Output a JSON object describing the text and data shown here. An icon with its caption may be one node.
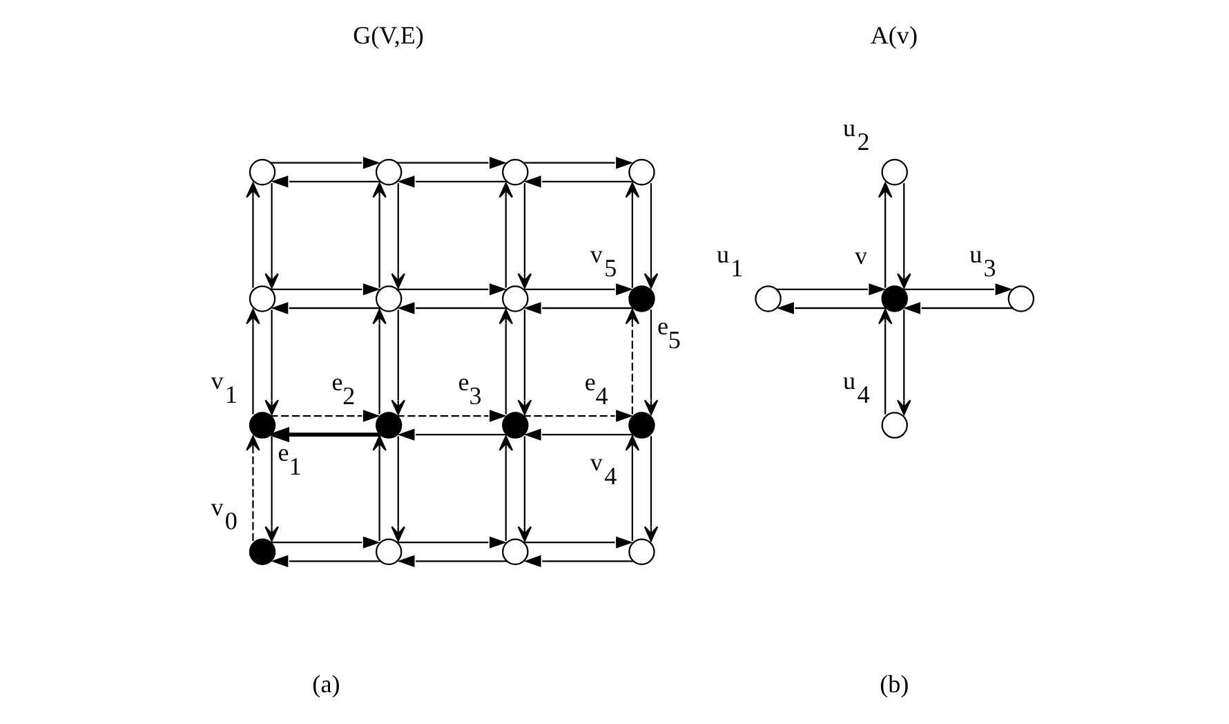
{
  "diagram": {
    "nodes": [
      {
        "text": [],
        "shape": "circle"
      },
      {
        "text": [],
        "shape": "circle"
      },
      {
        "text": [],
        "shape": "circle"
      },
      {
        "text": [],
        "shape": "circle"
      },
      {
        "text": [],
        "shape": "circle"
      },
      {
        "text": [],
        "shape": "circle"
      },
      {
        "text": [],
        "shape": "circle"
      },
      {
        "text": [],
        "shape": "circle",
        "beside": [
          "v$_{5}$"
        ]
      },
      {
        "text": [],
        "shape": "circle",
        "beside": [
          "v$_{1}$"
        ]
      },
      {
        "text": [],
        "shape": "circle"
      },
      {
        "text": [],
        "shape": "circle"
      },
      {
        "text": [],
        "shape": "circle",
        "beside": [
          "v$_{4}$"
        ]
      },
      {
        "text": [],
        "shape": "circle",
        "beside": [
          "v$_{0}$"
        ]
      },
      {
        "text": [],
        "shape": "circle"
      },
      {
        "text": [],
        "shape": "circle"
      },
      {
        "text": [],
        "shape": "circle"
      },
      {
        "text": [],
        "shape": "circle",
        "beside": [
          "u$_{2}$"
        ]
      },
      {
        "text": [],
        "shape": "circle",
        "beside": [
          "u$_{1}$"
        ]
      },
      {
        "text": [],
        "shape": "circle",
        "beside": [
          "v"
        ]
      },
      {
        "text": [],
        "shape": "circle",
        "beside": [
          "u$_{3}$"
        ]
      },
      {
        "text": [],
        "shape": "circle",
        "beside": [
          "u$_{4}$"
        ]
      }
    ],
    "edges": [
      {
        "from": 0,
        "to": 1,
        "arrow": "to"
      },
      {
        "from": 1,
        "to": 0,
        "arrow": "to"
      },
      {
        "from": 1,
        "to": 2,
        "arrow": "to"
      },
      {
        "from": 2,
        "to": 1,
        "arrow": "to"
      },
      {
        "from": 2,
        "to": 3,
        "arrow": "to"
      },
      {
        "from": 3,
        "to": 2,
        "arrow": "to"
      },
      {
        "from": 0,
        "to": 4,
        "arrow": "to"
      },
      {
        "from": 4,
        "to": 0,
        "arrow": "to"
      },
      {
        "from": 1,
        "to": 5,
        "arrow": "to"
      },
      {
        "from": 5,
        "to": 1,
        "arrow": "to"
      },
      {
        "from": 2,
        "to": 6,
        "arrow": "to"
      },
      {
        "from": 6,
        "to": 2,
        "arrow": "to"
      },
      {
        "from": 3,
        "to": 7,
        "arrow": "to"
      },
      {
        "from": 7,
        "to": 3,
        "arrow": "to"
      },
      {
        "from": 4,
        "to": 5,
        "arrow": "to"
      },
      {
        "from": 5,
        "to": 4,
        "arrow": "to"
      },
      {
        "from": 5,
        "to": 6,
        "arrow": "to"
      },
      {
        "from": 6,
        "to": 5,
        "arrow": "to"
      },
      {
        "from": 6,
        "to": 7,
        "arrow": "to"
      },
      {
        "from": 7,
        "to": 6,
        "arrow": "to"
      },
      {
        "from": 4,
        "to": 8,
        "arrow": "to"
      },
      {
        "from": 8,
        "to": 4,
        "arrow": "to"
      },
      {
        "from": 5,
        "to": 9,
        "arrow": "to"
      },
      {
        "from": 9,
        "to": 5,
        "arrow": "to"
      },
      {
        "from": 6,
        "to": 10,
        "arrow": "to"
      },
      {
        "from": 10,
        "to": 6,
        "arrow": "to"
      },
      {
        "from": 7,
        "to": 11,
        "arrow": "to"
      },
      {
        "from": 11,
        "to": 7,
        "arrow": "to",
        "style": "dashed",
        "label": "e$_{5}$"
      },
      {
        "from": 8,
        "to": 9,
        "arrow": "to",
        "style": "dashed",
        "label": "e$_{2}$"
      },
      {
        "from": 9,
        "to": 8,
        "arrow": "to",
        "style": "thick"
      },
      {
        "from": 9,
        "to": 10,
        "arrow": "to",
        "style": "dashed",
        "label": "e$_{3}$"
      },
      {
        "from": 10,
        "to": 9,
        "arrow": "to"
      },
      {
        "from": 10,
        "to": 11,
        "arrow": "to",
        "style": "dashed",
        "label": "e$_{4}$"
      },
      {
        "from": 11,
        "to": 10,
        "arrow": "to"
      },
      {
        "from": 8,
        "to": 12,
        "arrow": "to"
      },
      {
        "from": 12,
        "to": 8,
        "arrow": "to",
        "style": "dashed",
        "label": "e$_{1}$"
      },
      {
        "from": 9,
        "to": 13,
        "arrow": "to"
      },
      {
        "from": 13,
        "to": 9,
        "arrow": "to"
      },
      {
        "from": 10,
        "to": 14,
        "arrow": "to"
      },
      {
        "from": 14,
        "to": 10,
        "arrow": "to"
      },
      {
        "from": 11,
        "to": 15,
        "arrow": "to"
      },
      {
        "from": 15,
        "to": 11,
        "arrow": "to"
      },
      {
        "from": 12,
        "to": 13,
        "arrow": "to"
      },
      {
        "from": 13,
        "to": 12,
        "arrow": "to"
      },
      {
        "from": 13,
        "to": 14,
        "arrow": "to"
      },
      {
        "from": 14,
        "to": 13,
        "arrow": "to"
      },
      {
        "from": 14,
        "to": 15,
        "arrow": "to"
      },
      {
        "from": 15,
        "to": 14,
        "arrow": "to"
      },
      {
        "from": 16,
        "to": 18,
        "arrow": "to"
      },
      {
        "from": 18,
        "to": 16,
        "arrow": "to"
      },
      {
        "from": 17,
        "to": 18,
        "arrow": "to"
      },
      {
        "from": 18,
        "to": 17,
        "arrow": "to"
      },
      {
        "from": 18,
        "to": 19,
        "arrow": "to"
      },
      {
        "from": 19,
        "to": 18,
        "arrow": "to"
      },
      {
        "from": 18,
        "to": 20,
        "arrow": "to"
      },
      {
        "from": 20,
        "to": 18,
        "arrow": "to"
      }
    ],
    "labels": [
      "G(V,E)",
      "A(v)",
      "(a)",
      "(b)"
    ]
  }
}
